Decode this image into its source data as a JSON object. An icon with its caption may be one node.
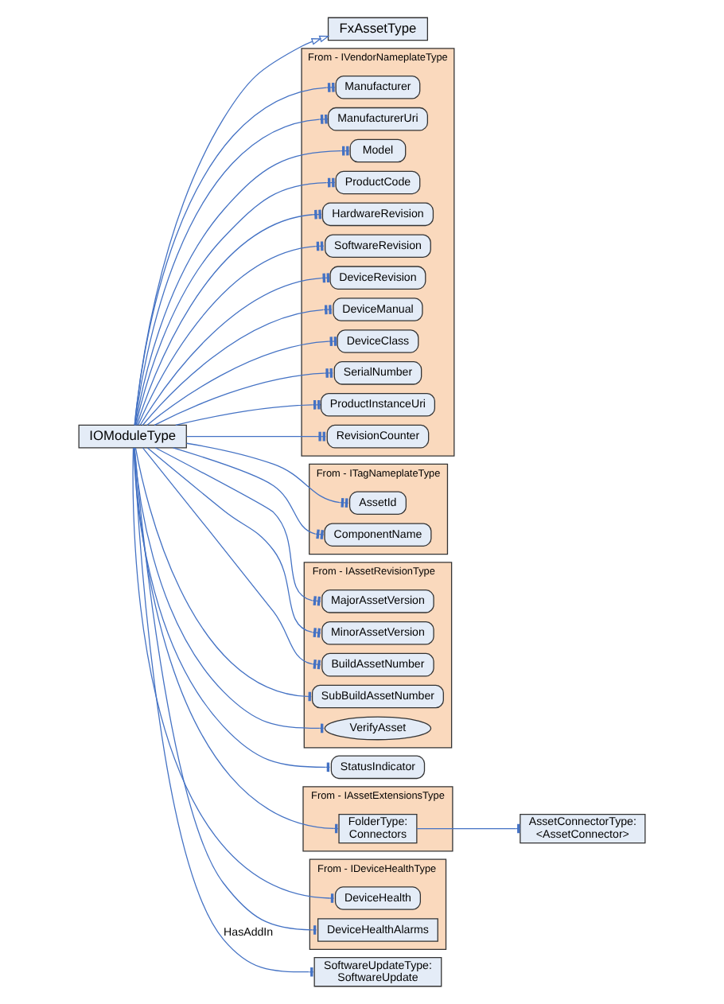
{
  "diagram": {
    "nodes": [
      {
        "text": [
          "FxAssetType"
        ]
      },
      {
        "text": [
          "IOModuleType"
        ]
      },
      {
        "text": [
          "From - IVendorNameplateType"
        ]
      },
      {
        "text": [
          "Manufacturer"
        ],
        "in": 2
      },
      {
        "text": [
          "ManufacturerUri"
        ],
        "in": 2
      },
      {
        "text": [
          "Model"
        ],
        "in": 2
      },
      {
        "text": [
          "ProductCode"
        ],
        "in": 2
      },
      {
        "text": [
          "HardwareRevision"
        ],
        "in": 2
      },
      {
        "text": [
          "SoftwareRevision"
        ],
        "in": 2
      },
      {
        "text": [
          "DeviceRevision"
        ],
        "in": 2
      },
      {
        "text": [
          "DeviceManual"
        ],
        "in": 2
      },
      {
        "text": [
          "DeviceClass"
        ],
        "in": 2
      },
      {
        "text": [
          "SerialNumber"
        ],
        "in": 2
      },
      {
        "text": [
          "ProductInstanceUri"
        ],
        "in": 2
      },
      {
        "text": [
          "RevisionCounter"
        ],
        "in": 2
      },
      {
        "text": [
          "From - ITagNameplateType"
        ]
      },
      {
        "text": [
          "AssetId"
        ],
        "in": 15
      },
      {
        "text": [
          "ComponentName"
        ],
        "in": 15
      },
      {
        "text": [
          "From - IAssetRevisionType"
        ]
      },
      {
        "text": [
          "MajorAssetVersion"
        ],
        "in": 18
      },
      {
        "text": [
          "MinorAssetVersion"
        ],
        "in": 18
      },
      {
        "text": [
          "BuildAssetNumber"
        ],
        "in": 18
      },
      {
        "text": [
          "SubBuildAssetNumber"
        ],
        "in": 18
      },
      {
        "text": [
          "VerifyAsset"
        ],
        "in": 18
      },
      {
        "text": [
          "StatusIndicator"
        ]
      },
      {
        "text": [
          "From - IAssetExtensionsType"
        ]
      },
      {
        "text": [
          "FolderType:",
          "Connectors"
        ],
        "in": 25
      },
      {
        "text": [
          "AssetConnectorType:",
          "<AssetConnector>"
        ]
      },
      {
        "text": [
          "From - IDeviceHealthType"
        ]
      },
      {
        "text": [
          "DeviceHealth"
        ],
        "in": 28
      },
      {
        "text": [
          "DeviceHealthAlarms"
        ],
        "in": 28
      },
      {
        "text": [
          "SoftwareUpdateType:",
          "SoftwareUpdate"
        ]
      }
    ],
    "edges": [
      {
        "from": 1,
        "to": 0,
        "arrow": "to"
      },
      {
        "from": 1,
        "to": 3,
        "arrow": "other"
      },
      {
        "from": 1,
        "to": 4,
        "arrow": "other"
      },
      {
        "from": 1,
        "to": 5,
        "arrow": "other"
      },
      {
        "from": 1,
        "to": 6,
        "arrow": "other"
      },
      {
        "from": 1,
        "to": 7,
        "arrow": "other"
      },
      {
        "from": 1,
        "to": 8,
        "arrow": "other"
      },
      {
        "from": 1,
        "to": 9,
        "arrow": "other"
      },
      {
        "from": 1,
        "to": 10,
        "arrow": "other"
      },
      {
        "from": 1,
        "to": 11,
        "arrow": "other"
      },
      {
        "from": 1,
        "to": 12,
        "arrow": "other"
      },
      {
        "from": 1,
        "to": 13,
        "arrow": "other"
      },
      {
        "from": 1,
        "to": 14,
        "arrow": "other"
      },
      {
        "from": 1,
        "to": 16,
        "arrow": "other"
      },
      {
        "from": 1,
        "to": 17,
        "arrow": "other"
      },
      {
        "from": 1,
        "to": 19,
        "arrow": "other"
      },
      {
        "from": 1,
        "to": 20,
        "arrow": "other"
      },
      {
        "from": 1,
        "to": 21,
        "arrow": "other"
      },
      {
        "from": 1,
        "to": 22,
        "arrow": "other"
      },
      {
        "from": 1,
        "to": 23,
        "arrow": "other"
      },
      {
        "from": 1,
        "to": 24,
        "arrow": "other"
      },
      {
        "from": 1,
        "to": 26,
        "arrow": "other"
      },
      {
        "from": 26,
        "to": 27,
        "arrow": "other"
      },
      {
        "from": 1,
        "to": 29,
        "arrow": "other"
      },
      {
        "from": 1,
        "to": 30,
        "arrow": "other"
      },
      {
        "from": 1,
        "to": 31,
        "arrow": "other",
        "label": "HasAddIn"
      }
    ]
  }
}
